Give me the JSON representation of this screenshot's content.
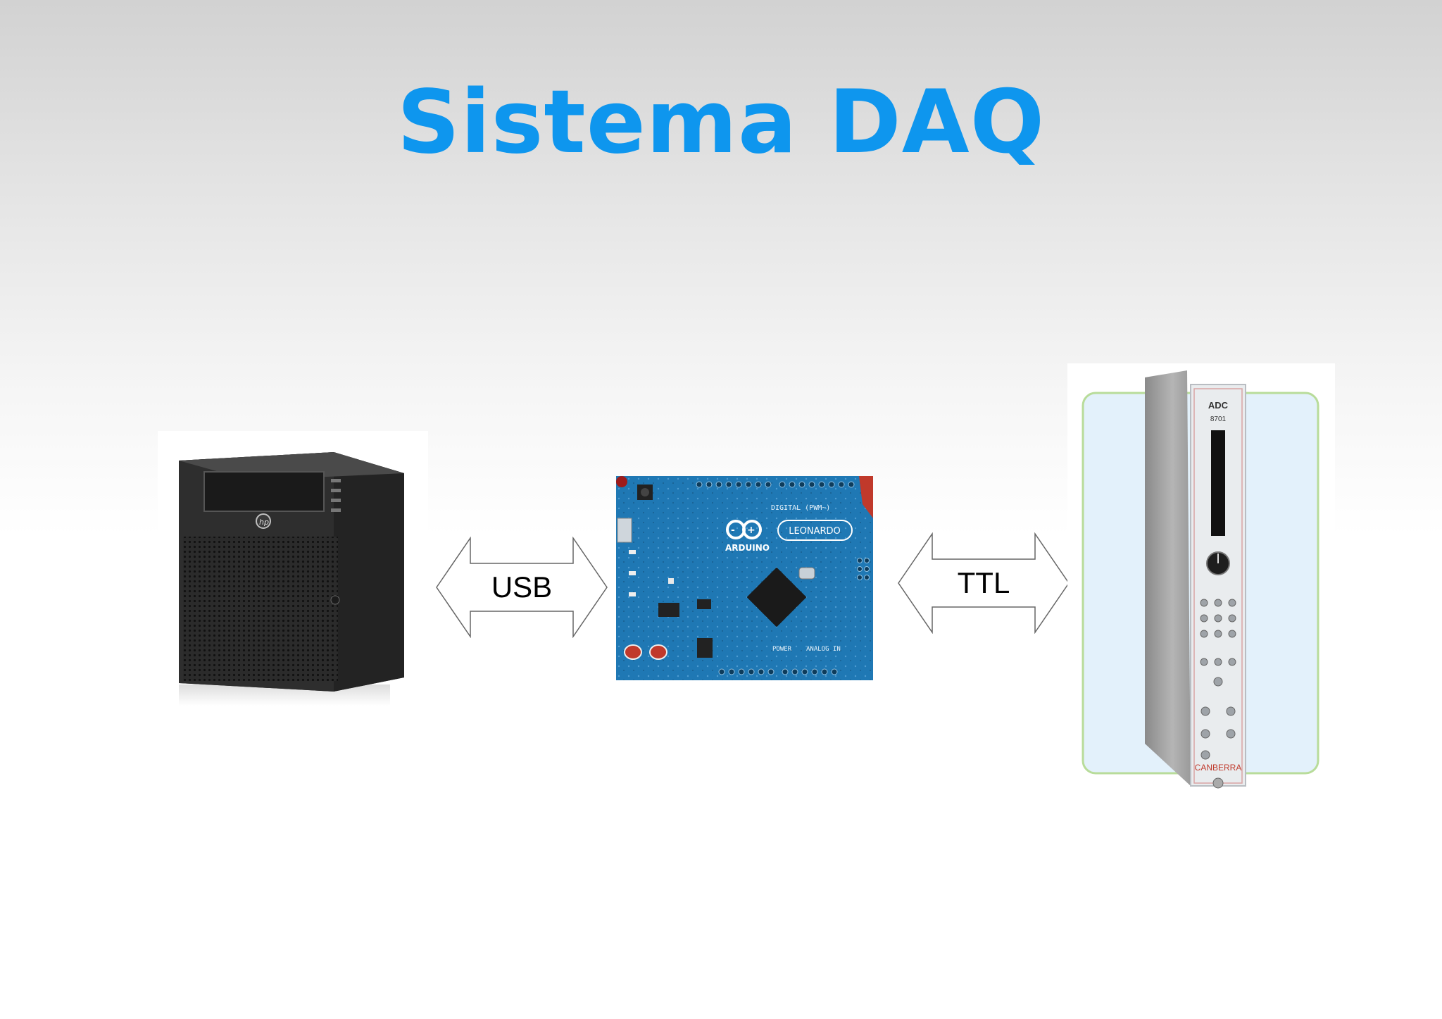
{
  "title": "Sistema DAQ",
  "connections": [
    {
      "label": "USB"
    },
    {
      "label": "TTL"
    }
  ],
  "devices": {
    "computer": {
      "icon": "hp-microserver-computer"
    },
    "arduino": {
      "icon": "arduino-leonardo-board",
      "logo_text": "ARDUINO",
      "model_text": "LEONARDO",
      "silk_digital": "DIGITAL (PWM~)",
      "silk_power": "POWER",
      "silk_analog": "ANALOG IN"
    },
    "adc": {
      "icon": "canberra-adc-nim-module",
      "label_top": "ADC",
      "model": "8701",
      "brand": "CANBERRA"
    }
  },
  "colors": {
    "title": "#0e96ee",
    "board": "#1f78b4",
    "adc_panel": "#e9ecee",
    "backdrop": "#e3f1fb",
    "backdrop_border": "#b8dc9a"
  }
}
